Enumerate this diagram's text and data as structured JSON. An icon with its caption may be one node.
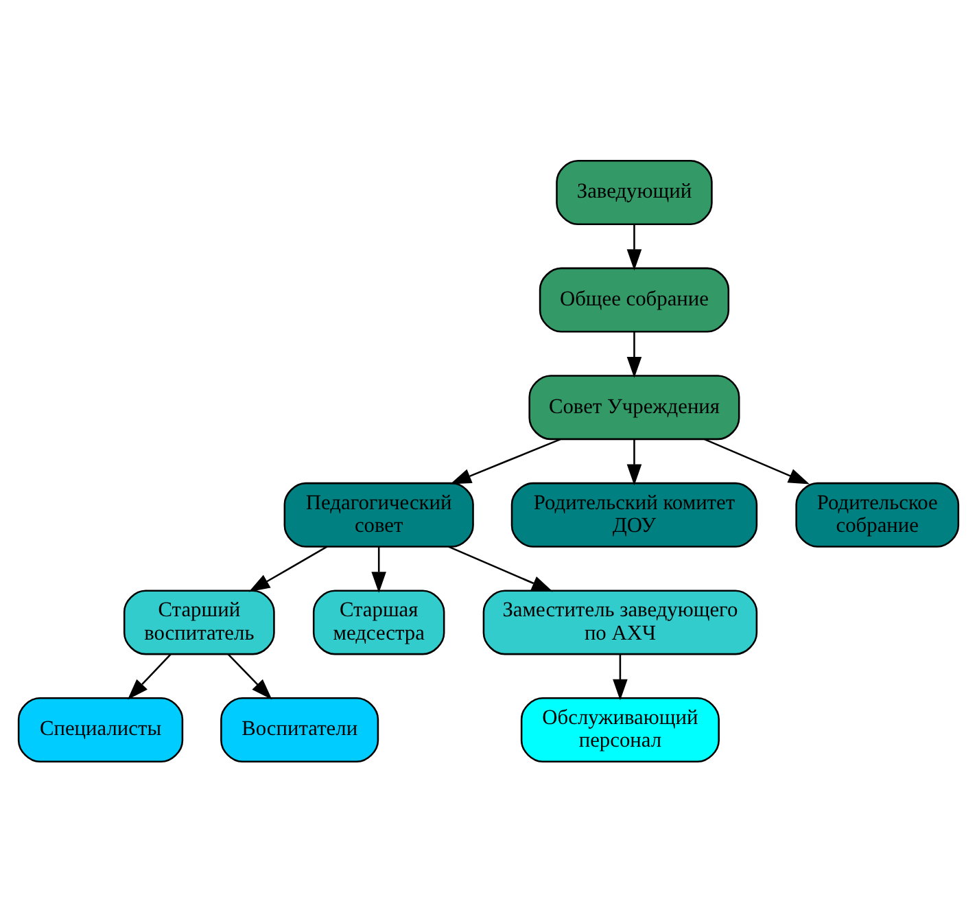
{
  "diagram": {
    "nodes": [
      {
        "text": [
          "Заведующий"
        ]
      },
      {
        "text": [
          "Общее собрание"
        ]
      },
      {
        "text": [
          "Совет Учреждения"
        ]
      },
      {
        "text": [
          "Педагогический совет"
        ]
      },
      {
        "text": [
          "Родительский комитет ДОУ"
        ]
      },
      {
        "text": [
          "Родительское собрание"
        ]
      },
      {
        "text": [
          "Старший воспитатель"
        ]
      },
      {
        "text": [
          "Старшая медсестра"
        ]
      },
      {
        "text": [
          "Заместитель заведующего по АХЧ"
        ]
      },
      {
        "text": [
          "Обслуживающий персонал"
        ]
      },
      {
        "text": [
          "Специалисты"
        ]
      },
      {
        "text": [
          "Воспитатели"
        ]
      }
    ],
    "edges": [
      {
        "from": 0,
        "to": 1,
        "arrow": "to"
      },
      {
        "from": 1,
        "to": 2,
        "arrow": "to"
      },
      {
        "from": 2,
        "to": 3,
        "arrow": "to"
      },
      {
        "from": 2,
        "to": 4,
        "arrow": "to"
      },
      {
        "from": 2,
        "to": 5,
        "arrow": "to"
      },
      {
        "from": 3,
        "to": 6,
        "arrow": "to"
      },
      {
        "from": 3,
        "to": 7,
        "arrow": "to"
      },
      {
        "from": 3,
        "to": 8,
        "arrow": "to"
      },
      {
        "from": 8,
        "to": 9,
        "arrow": "to"
      },
      {
        "from": 6,
        "to": 10,
        "arrow": "to"
      },
      {
        "from": 6,
        "to": 11,
        "arrow": "to"
      }
    ]
  }
}
